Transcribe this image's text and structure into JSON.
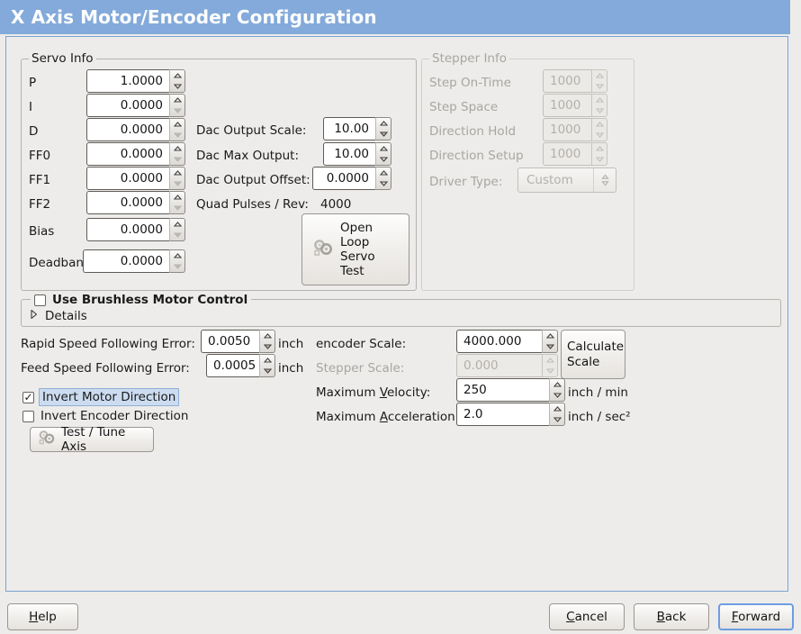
{
  "window": {
    "title": "X Axis Motor/Encoder Configuration"
  },
  "servo_group": {
    "legend": "Servo Info",
    "fields": [
      {
        "label": "P",
        "value": "1.0000"
      },
      {
        "label": "I",
        "value": "0.0000"
      },
      {
        "label": "D",
        "value": "0.0000"
      },
      {
        "label": "FF0",
        "value": "0.0000"
      },
      {
        "label": "FF1",
        "value": "0.0000"
      },
      {
        "label": "FF2",
        "value": "0.0000"
      },
      {
        "label": "Bias",
        "value": "0.0000"
      },
      {
        "label": "Deadband",
        "value": "0.0000"
      }
    ],
    "dac": [
      {
        "label": "Dac Output Scale:",
        "value": "10.00"
      },
      {
        "label": "Dac Max Output:",
        "value": "10.00"
      },
      {
        "label": "Dac Output Offset:",
        "value": "0.0000"
      }
    ],
    "quad_pulses_label": "Quad Pulses / Rev:",
    "quad_pulses_value": "4000",
    "open_loop_button": {
      "icon": "gears-icon",
      "lines": [
        "Open",
        "Loop",
        "Servo",
        "Test"
      ]
    }
  },
  "stepper_group": {
    "legend": "Stepper Info",
    "disabled": true,
    "fields": [
      {
        "label": "Step On-Time",
        "value": "1000"
      },
      {
        "label": "Step Space",
        "value": "1000"
      },
      {
        "label": "Direction Hold",
        "value": "1000"
      },
      {
        "label": "Direction Setup",
        "value": "1000"
      }
    ],
    "driver_type_label": "Driver Type:",
    "driver_type_value": "Custom"
  },
  "brushless_group": {
    "checkbox_label": "Use Brushless Motor Control",
    "checked": false,
    "details_label": "Details",
    "expanded": false
  },
  "tuning": {
    "rapid_following_error": {
      "label": "Rapid Speed Following Error:",
      "value": "0.0050",
      "unit": "inch"
    },
    "feed_following_error": {
      "label": "Feed Speed Following Error:",
      "value": "0.0005",
      "unit": "inch"
    },
    "invert_motor": {
      "label": "Invert Motor Direction",
      "checked": true,
      "focused": true
    },
    "invert_encoder": {
      "label": "Invert Encoder Direction",
      "checked": false,
      "focused": false
    },
    "test_tune_button": {
      "icon": "gears-icon",
      "label": "Test / Tune Axis"
    }
  },
  "scales": {
    "encoder_scale": {
      "label": "encoder Scale:",
      "value": "4000.000",
      "disabled": false
    },
    "stepper_scale": {
      "label": "Stepper Scale:",
      "value": "0.000",
      "disabled": true
    },
    "max_velocity": {
      "label_pre": "Maximum ",
      "label_mnemonic": "V",
      "label_post": "elocity:",
      "value": "250",
      "unit": "inch / min"
    },
    "max_accel": {
      "label_pre": "Maximum ",
      "label_mnemonic": "A",
      "label_post": "cceleration:",
      "value": "2.0",
      "unit": "inch / sec²"
    },
    "calculate_button": {
      "line1": "Calculate",
      "line2": "Scale"
    }
  },
  "footer": {
    "help": {
      "mnemonic": "H",
      "rest": "elp"
    },
    "cancel": {
      "mnemonic": "C",
      "rest": "ancel"
    },
    "back": {
      "mnemonic": "B",
      "rest": "ack"
    },
    "forward": {
      "mnemonic": "F",
      "rest": "orward",
      "focused": true
    }
  },
  "colors": {
    "titlebar": "#83aada",
    "panel_border": "#7ba3d4",
    "background": "#edecea",
    "focus_highlight": "#ccdcf0"
  }
}
